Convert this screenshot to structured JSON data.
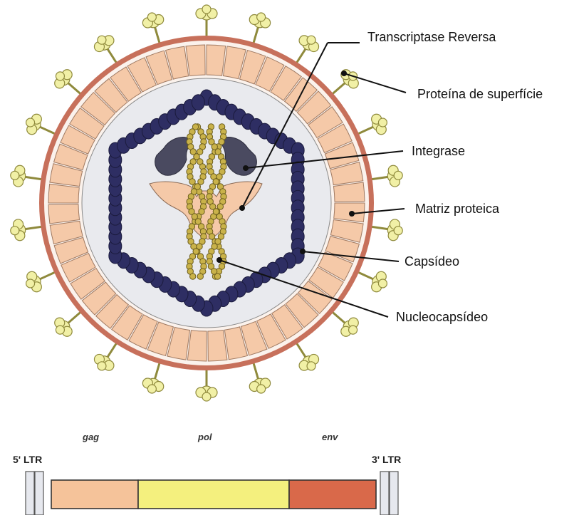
{
  "labels": {
    "reverse_transcriptase": "Transcriptase Reversa",
    "surface_protein": "Proteína de superfície",
    "integrase": "Integrase",
    "matrix": "Matriz proteica",
    "capsid": "Capsídeo",
    "nucleocapsid": "Nucleocapsídeo"
  },
  "genome": {
    "gag": "gag",
    "pol": "pol",
    "env": "env",
    "ltr5": "5' LTR",
    "ltr3": "3' LTR"
  },
  "colors": {
    "envelope": "#c7705b",
    "matrix": "#f5c9a8",
    "capsid": "#2e2e63",
    "interior": "#e9eaee",
    "spike": "#f1f0a6",
    "rna": "#c9b24a",
    "integrase": "#4a4a60",
    "gag": "#f5c39a",
    "pol": "#f4f07e",
    "env": "#d9694a"
  }
}
